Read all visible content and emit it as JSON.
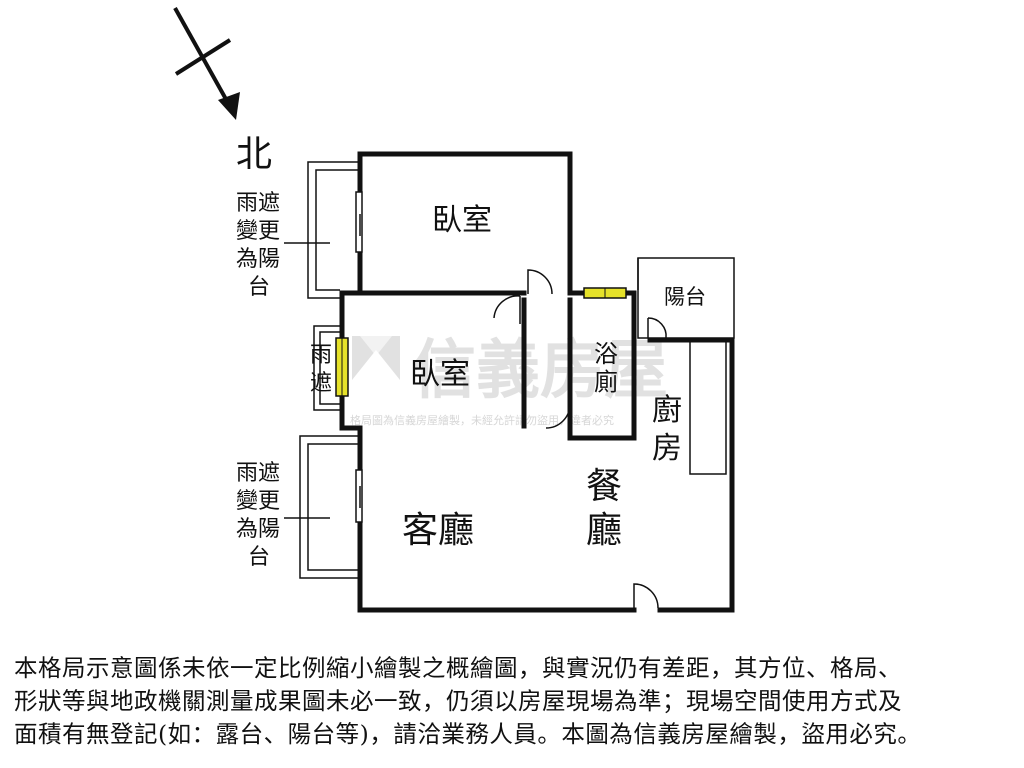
{
  "north": {
    "label": "北"
  },
  "rooms": {
    "bedroom_1": "臥室",
    "bedroom_2": "臥室",
    "bathroom": [
      "浴",
      "廁"
    ],
    "kitchen": [
      "廚",
      "房"
    ],
    "dining": [
      "餐",
      "廳"
    ],
    "living": "客廳",
    "balcony": "陽台",
    "awning_small": [
      "雨",
      "遮"
    ]
  },
  "annotations": {
    "awning_top": [
      "雨遮",
      "變更",
      "為陽",
      "台"
    ],
    "awning_bottom": [
      "雨遮",
      "變更",
      "為陽",
      "台"
    ]
  },
  "watermark": {
    "brand": "信義房屋",
    "notice": "格局圖為信義房屋繪製，未經允許請勿盜用，違者必究"
  },
  "colors": {
    "wall": "#111111",
    "window_fill": "#e6e22a",
    "watermark": "#c9c9c9"
  },
  "footnote": {
    "line1": "本格局示意圖係未依一定比例縮小繪製之概繪圖，與實況仍有差距，其方位、格局、",
    "line2": "形狀等與地政機關測量成果圖未必一致，仍須以房屋現場為準；現場空間使用方式及",
    "line3": "面積有無登記(如：露台、陽台等)，請洽業務人員。本圖為信義房屋繪製，盜用必究。"
  }
}
